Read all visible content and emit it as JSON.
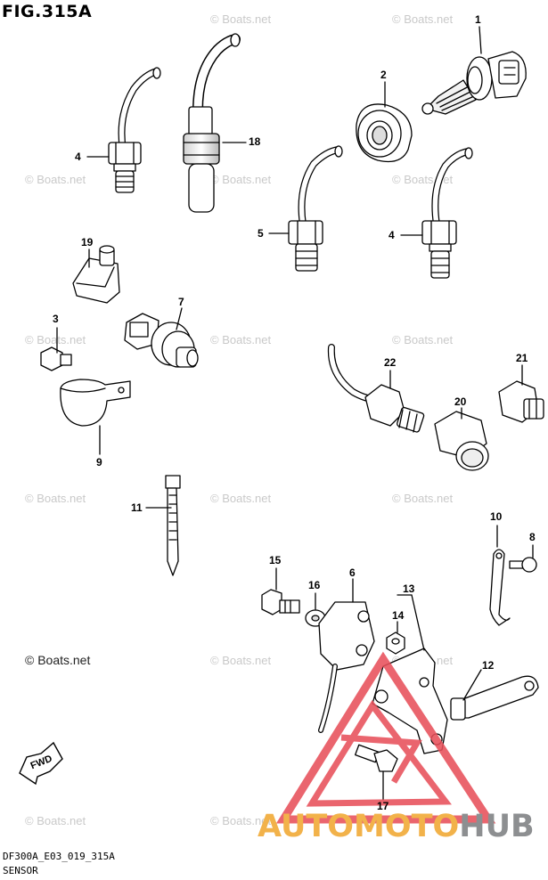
{
  "figure": {
    "title": "FIG.315A",
    "model_code": "DF300A_E03_019_315A",
    "section_name": "SENSOR"
  },
  "watermark": {
    "text": "© Boats.net",
    "dark_text": "© Boats.net"
  },
  "brand_logo": {
    "part_a": "AUTOMOTO",
    "part_b": "HUB",
    "color_a": "#f2b24a",
    "color_b": "#8d8f91",
    "mark_color": "#e8505b"
  },
  "fwd_arrow": {
    "label": "FWD"
  },
  "callouts": [
    {
      "id": "c1",
      "label": "1"
    },
    {
      "id": "c2",
      "label": "2"
    },
    {
      "id": "c3",
      "label": "3"
    },
    {
      "id": "c4a",
      "label": "4"
    },
    {
      "id": "c4b",
      "label": "4"
    },
    {
      "id": "c5",
      "label": "5"
    },
    {
      "id": "c6",
      "label": "6"
    },
    {
      "id": "c7",
      "label": "7"
    },
    {
      "id": "c8",
      "label": "8"
    },
    {
      "id": "c9",
      "label": "9"
    },
    {
      "id": "c10",
      "label": "10"
    },
    {
      "id": "c11",
      "label": "11"
    },
    {
      "id": "c12",
      "label": "12"
    },
    {
      "id": "c13",
      "label": "13"
    },
    {
      "id": "c14",
      "label": "14"
    },
    {
      "id": "c15",
      "label": "15"
    },
    {
      "id": "c16",
      "label": "16"
    },
    {
      "id": "c17",
      "label": "17"
    },
    {
      "id": "c18",
      "label": "18"
    },
    {
      "id": "c19",
      "label": "19"
    },
    {
      "id": "c20",
      "label": "20"
    },
    {
      "id": "c21",
      "label": "21"
    },
    {
      "id": "c22",
      "label": "22"
    }
  ]
}
